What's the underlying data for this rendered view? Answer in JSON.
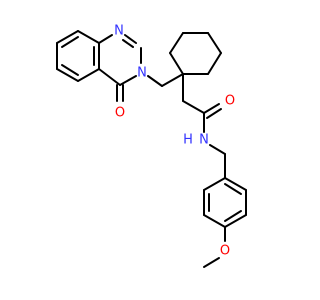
{
  "molecule": {
    "atoms": [
      {
        "id": "a1",
        "symbol": "N",
        "color": "#3333ff"
      },
      {
        "id": "a2",
        "symbol": "N",
        "color": "#3333ff"
      },
      {
        "id": "a3",
        "symbol": "O",
        "color": "#ff0000"
      },
      {
        "id": "a4",
        "symbol": "O",
        "color": "#ff0000"
      },
      {
        "id": "a5",
        "symbol": "N",
        "color": "#3333ff"
      },
      {
        "id": "a6",
        "symbol": "H",
        "color": "#3333ff"
      },
      {
        "id": "a7",
        "symbol": "O",
        "color": "#ff0000"
      }
    ],
    "bond_color": "#000000"
  }
}
